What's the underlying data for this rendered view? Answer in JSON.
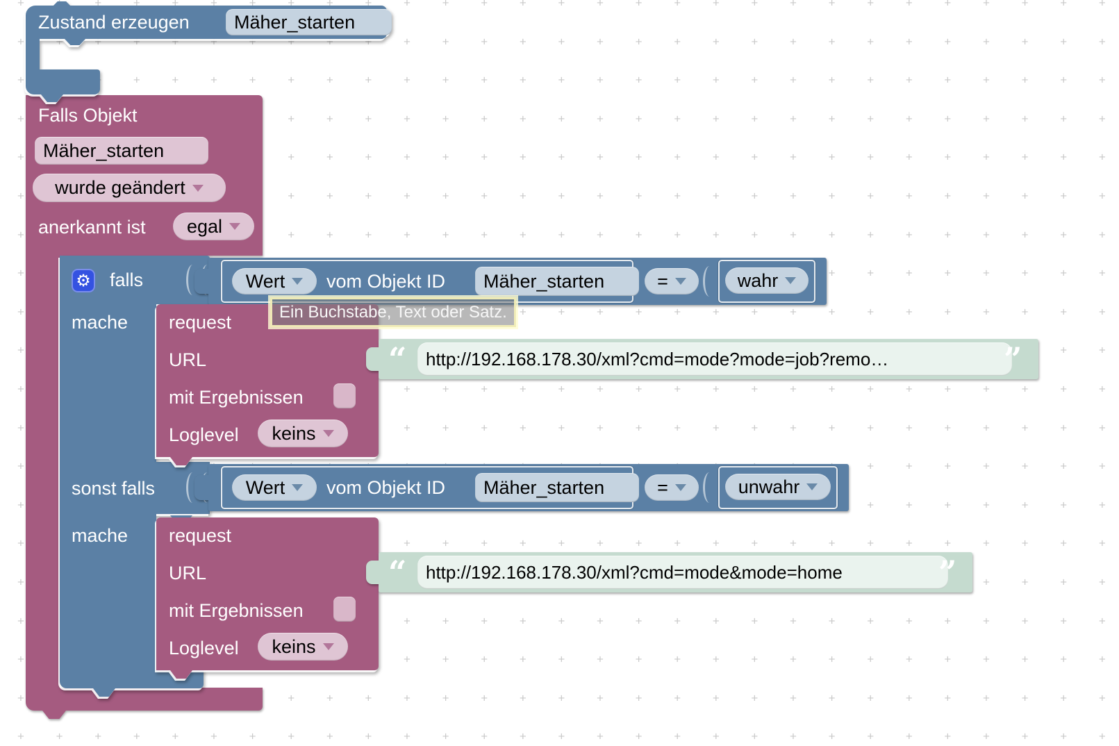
{
  "workspace": {
    "grid_glyph": "+"
  },
  "icons": {
    "gear": "⚙",
    "caret": "▾"
  },
  "colors": {
    "block_blue": "#5b80a5",
    "block_magenta": "#a55b80",
    "block_green_shadow": "#c5dbcf",
    "field_blue": "#c5d3e0",
    "field_pink": "#dfc5d4",
    "field_green": "#eaf3ee",
    "gear_bg": "#3452e1",
    "tooltip_border": "#f4f0b8"
  },
  "zustand_block": {
    "label": "Zustand erzeugen",
    "object_id": "Mäher_starten"
  },
  "falls_block": {
    "title": "Falls Objekt",
    "object_id": "Mäher_starten",
    "event": "wurde geändert",
    "ack_label": "anerkannt ist",
    "ack_value": "egal"
  },
  "if_block": {
    "falls_label": "falls",
    "mache_label": "mache",
    "sonst_falls_label": "sonst falls",
    "mache2_label": "mache"
  },
  "condition1": {
    "selector": "Wert",
    "label": "vom Objekt ID",
    "object_id": "Mäher_starten",
    "operator": "=",
    "value": "wahr"
  },
  "condition2": {
    "selector": "Wert",
    "label": "vom Objekt ID",
    "object_id": "Mäher_starten",
    "operator": "=",
    "value": "unwahr"
  },
  "request1": {
    "title": "request",
    "url_label": "URL",
    "results_label": "mit Ergebnissen",
    "loglevel_label": "Loglevel",
    "loglevel_value": "keins"
  },
  "request2": {
    "title": "request",
    "url_label": "URL",
    "results_label": "mit Ergebnissen",
    "loglevel_label": "Loglevel",
    "loglevel_value": "keins"
  },
  "url1": {
    "open_quote": "“",
    "text": "http://192.168.178.30/xml?cmd=mode?mode=job?remo…",
    "close_quote": "”"
  },
  "url2": {
    "open_quote": "“",
    "text": "http://192.168.178.30/xml?cmd=mode&mode=home",
    "close_quote": "”"
  },
  "tooltip": {
    "text": "Ein Buchstabe, Text oder Satz."
  }
}
